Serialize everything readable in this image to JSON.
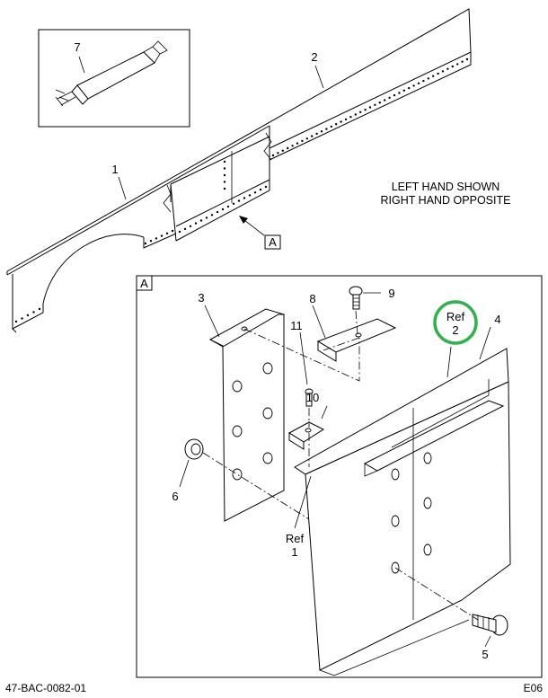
{
  "note": {
    "line1": "LEFT HAND SHOWN",
    "line2": "RIGHT HAND OPPOSITE"
  },
  "detail_tag": "A",
  "detail_frame_tag": "A",
  "callouts": {
    "c1": "1",
    "c2": "2",
    "c3": "3",
    "c4": "4",
    "c5": "5",
    "c6": "6",
    "c7": "7",
    "c8": "8",
    "c9": "9",
    "c10": "10",
    "c11": "11"
  },
  "ref_callouts": {
    "ref1_word": "Ref",
    "ref1_num": "1",
    "ref2_word": "Ref",
    "ref2_num": "2"
  },
  "highlight_color": "#2db34a",
  "footer": {
    "drawing_number": "47-BAC-0082-01",
    "revision": "E06"
  }
}
